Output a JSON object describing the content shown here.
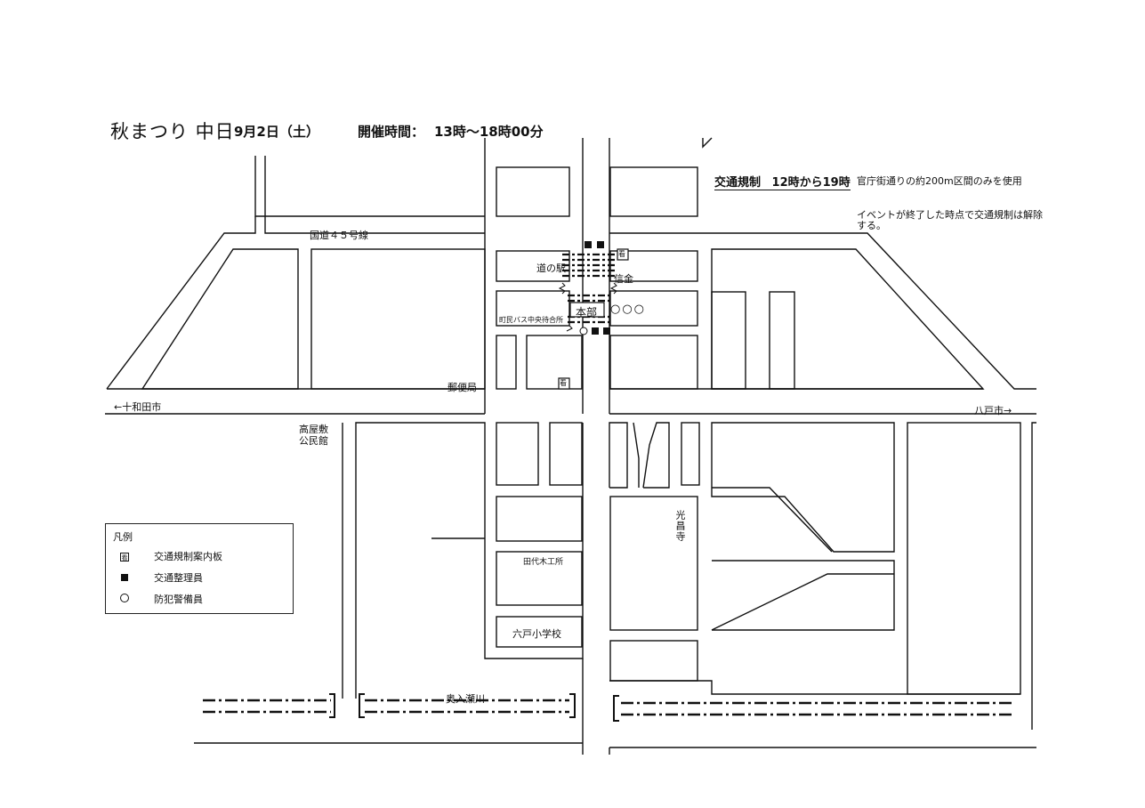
{
  "header": {
    "event_title": "秋まつり 中日",
    "date": "9月2日（土）",
    "time_label": "開催時間：",
    "time_value": "13時～18時00分"
  },
  "regulation": {
    "title": "交通規制",
    "time": "12時から19時",
    "note_1": "官庁街通りの約200m区間のみを使用",
    "note_2": "イベントが終了した時点で交通規制は解除する。"
  },
  "labels": {
    "route_45": "国道４５号線",
    "michi_no_eki": "道の駅",
    "shinkin": "信金",
    "honbu": "本部",
    "bus_stop": "町民バス中央待合所",
    "post_office": "郵便局",
    "to_towada": "←十和田市",
    "to_hachinohe": "八戸市→",
    "takayashiki_1": "高屋敷",
    "takayashiki_2": "公民館",
    "koshoji": "光昌寺",
    "tashiroki": "田代木工所",
    "rokunohe_school": "六戸小学校",
    "river": "奥入瀬川"
  },
  "legend": {
    "title": "凡例",
    "items": [
      {
        "symbol": "sign-icon",
        "label": "交通規制案内板"
      },
      {
        "symbol": "officer-icon",
        "label": "交通整理員"
      },
      {
        "symbol": "guard-icon",
        "label": "防犯警備員"
      }
    ]
  },
  "markers": {
    "sign_glyph": "看",
    "guards_row": "○○○"
  },
  "colors": {
    "line": "#111111",
    "paper": "#ffffff"
  }
}
